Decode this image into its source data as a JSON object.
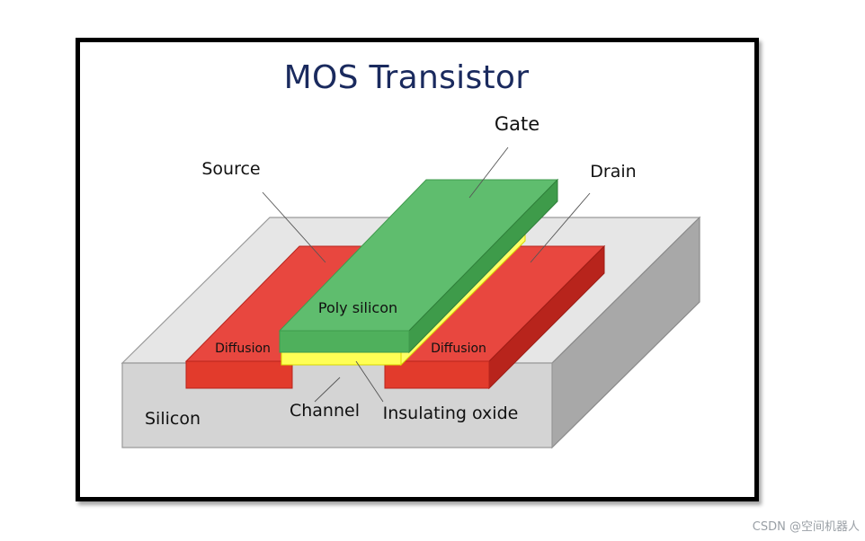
{
  "title": "MOS Transistor",
  "labels": {
    "gate": "Gate",
    "source": "Source",
    "drain": "Drain",
    "poly_silicon": "Poly silicon",
    "diffusion_left": "Diffusion",
    "diffusion_right": "Diffusion",
    "silicon": "Silicon",
    "channel": "Channel",
    "insulating_oxide": "Insulating oxide"
  },
  "colors": {
    "title": "#1a2a5e",
    "silicon": "#d9d9d9",
    "diffusion": "#e8473f",
    "poly_silicon": "#5cb85c",
    "oxide": "#ffff55"
  },
  "watermark": "CSDN @空间机器人"
}
